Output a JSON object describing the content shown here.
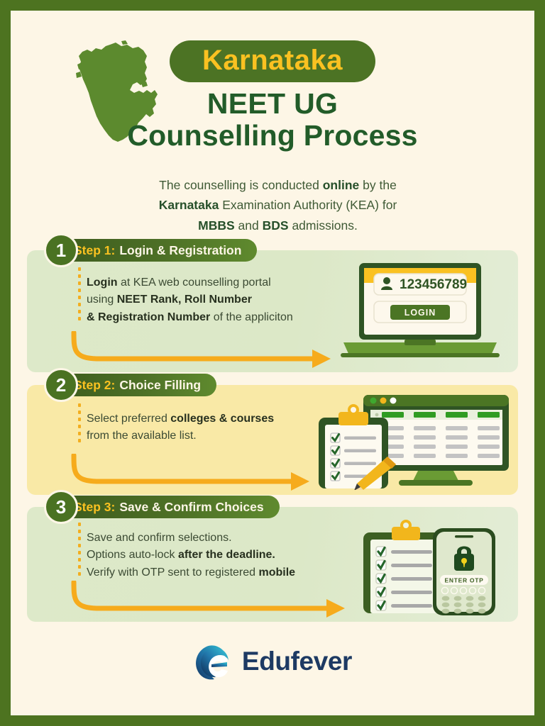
{
  "theme": {
    "border_green": "#4d7320",
    "page_cream": "#fdf6e6",
    "dark_green": "#225c29",
    "pill_green": "#4c7324",
    "accent_yellow": "#fac121",
    "arrow_orange": "#f6ab1c",
    "card_green": "#dce8c7",
    "card_yellow": "#f9e9a6",
    "logo_blue": "#1d3a63"
  },
  "header": {
    "badge": "Karnataka",
    "title_line1": "NEET UG",
    "title_line2": "Counselling Process",
    "map_icon": "karnataka-map-icon",
    "subtitle": {
      "line1_a": "The counselling is conducted ",
      "line1_b": "online",
      "line1_c": " by the",
      "line2_a": "Karnataka",
      "line2_b": " Examination Authority (KEA) for",
      "line3_a": "MBBS",
      "line3_b": " and ",
      "line3_c": "BDS",
      "line3_d": " admissions."
    }
  },
  "steps": [
    {
      "number": "1",
      "label": "Step 1:",
      "title": "Login & Registration",
      "card_style": "green",
      "body": [
        {
          "parts": [
            {
              "t": "Login",
              "b": true
            },
            {
              "t": " at KEA web counselling portal",
              "b": false
            }
          ]
        },
        {
          "parts": [
            {
              "t": "using ",
              "b": false
            },
            {
              "t": "NEET Rank, Roll Number",
              "b": true
            }
          ]
        },
        {
          "parts": [
            {
              "t": "& Registration Number",
              "b": true
            },
            {
              "t": " of the appliciton",
              "b": false
            }
          ]
        }
      ],
      "illustration": {
        "name": "laptop-login-illustration",
        "user_icon": "user-icon",
        "input_value": "123456789",
        "button_label": "LOGIN"
      }
    },
    {
      "number": "2",
      "label": "Step 2:",
      "title": "Choice Filling",
      "card_style": "yellow",
      "body": [
        {
          "parts": [
            {
              "t": "Select preferred ",
              "b": false
            },
            {
              "t": "colleges & courses",
              "b": true
            }
          ]
        },
        {
          "parts": [
            {
              "t": "from the available list.",
              "b": false
            }
          ]
        }
      ],
      "illustration": {
        "name": "clipboard-monitor-illustration",
        "checklist_items": 4,
        "check_icon": "check-icon",
        "pencil_icon": "pencil-icon",
        "monitor_table_rows": 5,
        "monitor_table_cols": 4,
        "window_dots": [
          "#3fa82f",
          "#f2b61c",
          "#ffffff"
        ]
      }
    },
    {
      "number": "3",
      "label": "Step 3:",
      "title": "Save & Confirm Choices",
      "card_style": "green",
      "body": [
        {
          "parts": [
            {
              "t": "Save and confirm selections.",
              "b": false
            }
          ]
        },
        {
          "parts": [
            {
              "t": "Options auto-lock ",
              "b": false
            },
            {
              "t": "after the deadline.",
              "b": true
            }
          ]
        },
        {
          "parts": [
            {
              "t": "Verify with OTP sent to registered ",
              "b": false
            },
            {
              "t": "mobile",
              "b": true
            }
          ]
        }
      ],
      "illustration": {
        "name": "clipboard-phone-otp-illustration",
        "checklist_items": 5,
        "check_icon": "check-icon",
        "lock_icon": "lock-icon",
        "otp_label": "ENTER OTP",
        "otp_slots": 5,
        "keypad_rows": 3,
        "keypad_cols": 4
      }
    }
  ],
  "footer": {
    "brand": "Edufever",
    "logo_icon": "edufever-swirl-logo-icon"
  }
}
